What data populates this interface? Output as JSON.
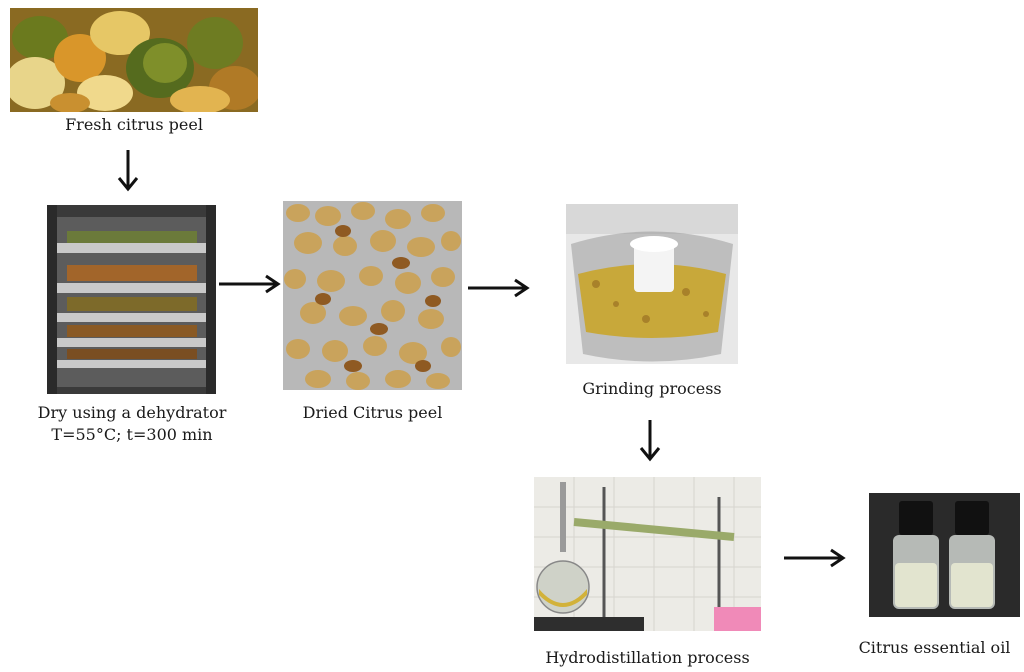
{
  "steps": {
    "fresh": {
      "caption": "Fresh citrus peel"
    },
    "dehydrator": {
      "caption_line1": "Dry using a dehydrator",
      "caption_line2": "T=55°C; t=300 min"
    },
    "dried": {
      "caption": "Dried Citrus peel"
    },
    "grinding": {
      "caption": "Grinding process"
    },
    "hydrodistillation": {
      "caption": "Hydrodistillation process"
    },
    "oil": {
      "caption": "Citrus essential oil"
    }
  },
  "colors": {
    "arrow": "#111111",
    "peel_orange": "#d9962a",
    "peel_green": "#6b7a1e",
    "peel_pale": "#e8d58a",
    "dried_tan": "#c9a35c",
    "powder": "#c8a83a"
  }
}
